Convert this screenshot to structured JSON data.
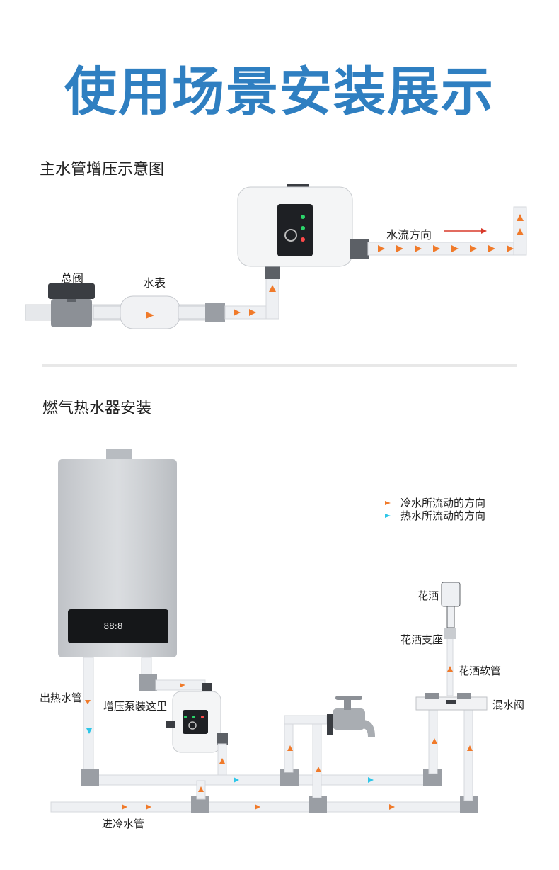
{
  "page": {
    "title": "使用场景安装展示"
  },
  "section1": {
    "title": "主水管增压示意图",
    "labels": {
      "main_valve": "总阀",
      "water_meter": "水表",
      "flow_direction": "水流方向"
    }
  },
  "section2": {
    "title": "燃气热水器安装",
    "legend": {
      "cold": "冷水所流动的方向",
      "hot": "热水所流动的方向"
    },
    "labels": {
      "shower": "花洒",
      "shower_holder": "花洒支座",
      "shower_hose": "花洒软管",
      "mixing_valve": "混水阀",
      "hot_outlet": "出热水管",
      "pump_here": "增压泵装这里",
      "cold_inlet": "进冷水管"
    },
    "display_text": "88:8"
  },
  "colors": {
    "title": "#2f7fc1",
    "cold_arrow": "#f07a2a",
    "hot_arrow": "#2ec6e8",
    "pipe": "#e4e6ea",
    "fitting": "#9a9ea4"
  }
}
